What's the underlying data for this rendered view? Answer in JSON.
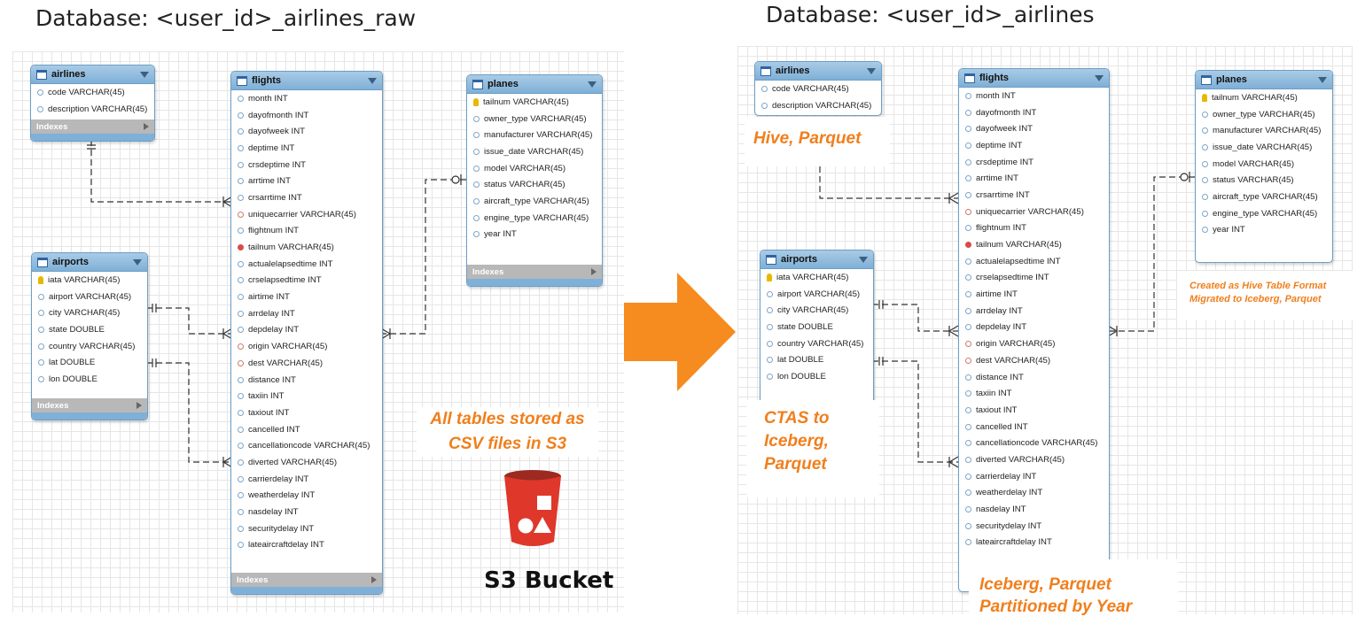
{
  "left": {
    "title": "Database: <user_id>_airlines_raw",
    "note": [
      "All tables stored as",
      "CSV files in S3"
    ],
    "bucket_label": "S3 Bucket"
  },
  "right": {
    "title": "Database: <user_id>_airlines",
    "note_hive": "Hive, Parquet",
    "note_ctas": [
      "CTAS to",
      "Iceberg,",
      "Parquet"
    ],
    "note_planes": [
      "Created as Hive Table Format",
      "Migrated to Iceberg, Parquet"
    ],
    "note_flights": [
      "Iceberg, Parquet",
      "Partitioned by Year"
    ]
  },
  "indexes_label": "Indexes",
  "colors": {
    "accent_orange": "#f07f1c",
    "table_header": "#7fb0d7",
    "arrow": "#f68b1f",
    "bucket": "#e0372b"
  },
  "tables": {
    "airlines": {
      "name": "airlines",
      "columns": [
        {
          "text": "code VARCHAR(45)",
          "key": "col"
        },
        {
          "text": "description VARCHAR(45)",
          "key": "col"
        }
      ]
    },
    "airports": {
      "name": "airports",
      "columns": [
        {
          "text": "iata VARCHAR(45)",
          "key": "pk"
        },
        {
          "text": "airport VARCHAR(45)",
          "key": "col"
        },
        {
          "text": "city VARCHAR(45)",
          "key": "col"
        },
        {
          "text": "state DOUBLE",
          "key": "col"
        },
        {
          "text": "country VARCHAR(45)",
          "key": "col"
        },
        {
          "text": "lat DOUBLE",
          "key": "col"
        },
        {
          "text": "lon DOUBLE",
          "key": "col"
        }
      ]
    },
    "flights": {
      "name": "flights",
      "columns": [
        {
          "text": "month INT",
          "key": "col"
        },
        {
          "text": "dayofmonth INT",
          "key": "col"
        },
        {
          "text": "dayofweek INT",
          "key": "col"
        },
        {
          "text": "deptime INT",
          "key": "col"
        },
        {
          "text": "crsdeptime INT",
          "key": "col"
        },
        {
          "text": "arrtime INT",
          "key": "col"
        },
        {
          "text": "crsarrtime INT",
          "key": "col"
        },
        {
          "text": "uniquecarrier VARCHAR(45)",
          "key": "fk"
        },
        {
          "text": "flightnum INT",
          "key": "col"
        },
        {
          "text": "tailnum VARCHAR(45)",
          "key": "fkred"
        },
        {
          "text": "actualelapsedtime INT",
          "key": "col"
        },
        {
          "text": "crselapsedtime INT",
          "key": "col"
        },
        {
          "text": "airtime INT",
          "key": "col"
        },
        {
          "text": "arrdelay INT",
          "key": "col"
        },
        {
          "text": "depdelay INT",
          "key": "col"
        },
        {
          "text": "origin VARCHAR(45)",
          "key": "fk"
        },
        {
          "text": "dest VARCHAR(45)",
          "key": "fk"
        },
        {
          "text": "distance INT",
          "key": "col"
        },
        {
          "text": "taxiin INT",
          "key": "col"
        },
        {
          "text": "taxiout INT",
          "key": "col"
        },
        {
          "text": "cancelled INT",
          "key": "col"
        },
        {
          "text": "cancellationcode VARCHAR(45)",
          "key": "col"
        },
        {
          "text": "diverted VARCHAR(45)",
          "key": "col"
        },
        {
          "text": "carrierdelay INT",
          "key": "col"
        },
        {
          "text": "weatherdelay INT",
          "key": "col"
        },
        {
          "text": "nasdelay INT",
          "key": "col"
        },
        {
          "text": "securitydelay INT",
          "key": "col"
        },
        {
          "text": "lateaircraftdelay INT",
          "key": "col"
        }
      ]
    },
    "planes": {
      "name": "planes",
      "columns": [
        {
          "text": "tailnum VARCHAR(45)",
          "key": "pk"
        },
        {
          "text": "owner_type VARCHAR(45)",
          "key": "col"
        },
        {
          "text": "manufacturer VARCHAR(45)",
          "key": "col"
        },
        {
          "text": "issue_date VARCHAR(45)",
          "key": "col"
        },
        {
          "text": "model VARCHAR(45)",
          "key": "col"
        },
        {
          "text": "status VARCHAR(45)",
          "key": "col"
        },
        {
          "text": "aircraft_type VARCHAR(45)",
          "key": "col"
        },
        {
          "text": "engine_type VARCHAR(45)",
          "key": "col"
        },
        {
          "text": "year INT",
          "key": "col"
        }
      ]
    }
  }
}
